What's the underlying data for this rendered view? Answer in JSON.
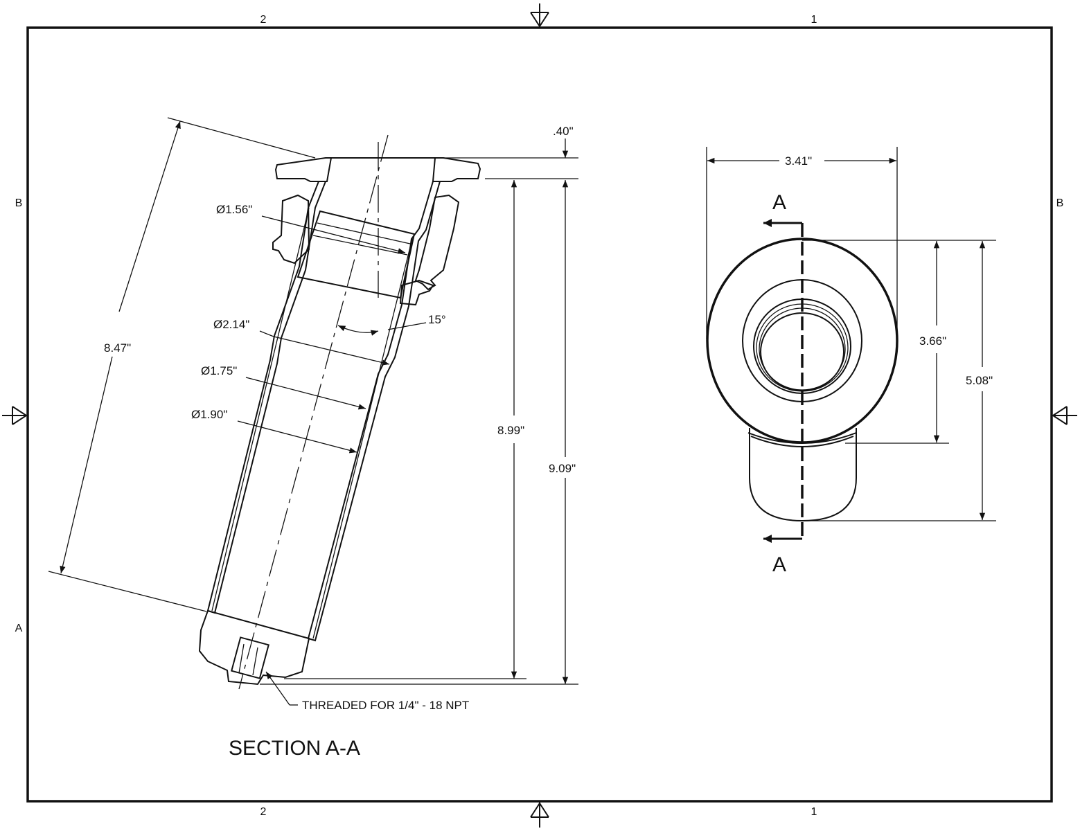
{
  "colors": {
    "ink": "#111111",
    "paper": "#ffffff"
  },
  "border_zones": {
    "top": [
      "2",
      "1"
    ],
    "bottom": [
      "2",
      "1"
    ],
    "left": [
      "B",
      "A"
    ],
    "right": [
      "B"
    ]
  },
  "section_view": {
    "title": "SECTION A-A",
    "note": "THREADED FOR 1/4\" - 18 NPT",
    "dimensions": {
      "flange_thickness": ".40\"",
      "overall_length": "8.47\"",
      "dia_top": "Ø1.56\"",
      "dia_mid": "Ø2.14\"",
      "dia_inner": "Ø1.75\"",
      "dia_outer": "Ø1.90\"",
      "angle": "15°",
      "height_body": "8.99\"",
      "height_total": "9.09\""
    }
  },
  "top_view": {
    "section_label_top": "A",
    "section_label_bottom": "A",
    "dimensions": {
      "width": "3.41\"",
      "height_inner": "3.66\"",
      "height_total": "5.08\""
    }
  }
}
